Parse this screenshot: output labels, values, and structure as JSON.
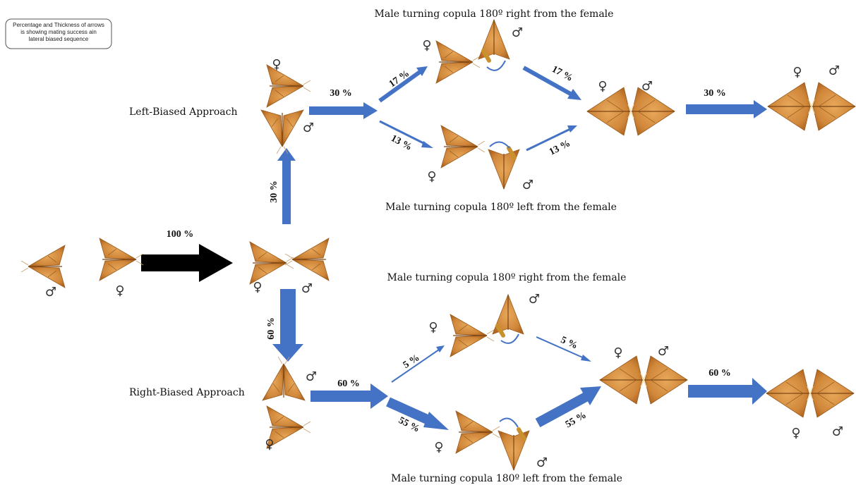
{
  "legend_note": {
    "line1": "Percentage and Thickness of arrows",
    "line2": "is showing mating success ain",
    "line3": "lateral biased sequence"
  },
  "approaches": {
    "left": "Left-Biased Approach",
    "right": "Right-Biased Approach"
  },
  "captions": {
    "top_right": "Male turning copula 180º right from the female",
    "top_left": "Male turning copula 180º left from the female",
    "bottom_right": "Male turning copula 180º right from the female",
    "bottom_left": "Male turning copula 180º left from the female"
  },
  "percentages": {
    "start": "100 %",
    "to_left_approach": "30 %",
    "to_right_approach": "60 %",
    "left_approach_out": "30 %",
    "left_upper_in": "17 %",
    "left_upper_out": "17 %",
    "left_lower_in": "13 %",
    "left_lower_out": "13 %",
    "left_final": "30 %",
    "right_approach_out": "60 %",
    "right_upper_in": "5 %",
    "right_upper_out": "5 %",
    "right_lower_in": "55 %",
    "right_lower_out": "55 %",
    "right_final": "60 %"
  },
  "symbols": {
    "female": "♀",
    "male": "♂"
  },
  "colors": {
    "arrow_blue": "#4472C4",
    "arrow_black": "#000000",
    "moth_wing": "#D98C3F",
    "moth_wing_dark": "#B86A22"
  },
  "icons": [
    "moth-icon",
    "rotate-arrow-icon"
  ]
}
